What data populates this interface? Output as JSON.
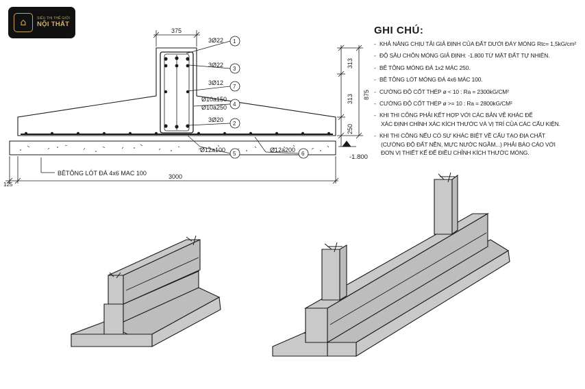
{
  "logo": {
    "small_text": "SIÊU THỊ THẾ GIỚI",
    "brand_text": "NỘI THẤT",
    "icon": "chair-icon"
  },
  "section": {
    "dim_top_width": "375",
    "dim_total_width": "3000",
    "dim_left_offset": "125",
    "dim_right_1": "313",
    "dim_right_2": "313",
    "dim_right_3": "250",
    "dim_right_total": "875",
    "elevation": "-1.800",
    "lean_concrete_label": "BÊTÔNG LÓT ĐÁ 4x6 MAC 100"
  },
  "rebar": [
    {
      "text": "3Ø22",
      "mark": "1"
    },
    {
      "text": "3Ø22",
      "mark": "3"
    },
    {
      "text": "3Ø12",
      "mark": "7"
    },
    {
      "text": "Ø10a150",
      "text2": "Ø10a250",
      "mark": "4"
    },
    {
      "text": "3Ø20",
      "mark": "2"
    },
    {
      "text": "Ø12a100",
      "mark": "5"
    },
    {
      "text": "Ø12a200",
      "mark": "6"
    }
  ],
  "notes": {
    "title": "GHI CHÚ:",
    "items": [
      {
        "line1": "KHẢ NĂNG CHỊU TẢI GIẢ ĐỊNH CỦA ĐẤT DƯỚI ĐÁY MÓNG Rtc= 1,5kG/cm²"
      },
      {
        "line1": "ĐỘ SÂU CHÔN MÓNG GIẢ ĐỊNH: -1.800 TỪ MẶT ĐẤT TỰ NHIÊN."
      },
      {
        "line1": "BÊ TÔNG MÓNG ĐÁ 1x2 MÁC 250."
      },
      {
        "line1": "BÊ TÔNG LÓT MÓNG ĐÁ 4x6 MÁC 100."
      },
      {
        "line1": "CƯỜNG ĐỘ CỐT THÉP ø < 10 : Ra = 2300kG/CM²"
      },
      {
        "line1": "CƯỜNG ĐỘ CỐT THÉP ø >= 10 : Ra = 2800kG/CM²"
      },
      {
        "line1": "KHI THI CÔNG PHẢI KẾT HỢP VỚI CÁC BẢN VẼ KHÁC ĐỂ",
        "line2": "XÁC ĐỊNH CHÍNH XÁC KÍCH THƯỚC VÀ VỊ TRÍ CỦA CÁC CẤU KIỆN."
      },
      {
        "line1": "KHI THI CÔNG NẾU CÓ SỰ KHÁC BIỆT VỀ CẤU TẠO ĐỊA CHẤT",
        "line2": "(CƯỜNG ĐỘ ĐẤT NỀN, MỰC NƯỚC NGẦM...) PHẢI BÁO CÁO VỚI",
        "line3": "ĐƠN VỊ THIẾT KẾ ĐỂ ĐIỀU CHỈNH KÍCH THƯỚC MÓNG."
      }
    ]
  },
  "colors": {
    "line": "#1a1a1a",
    "concrete_fill": "#c9c9c9",
    "logo_bg": "#111111",
    "logo_gold": "#c9a45c"
  }
}
